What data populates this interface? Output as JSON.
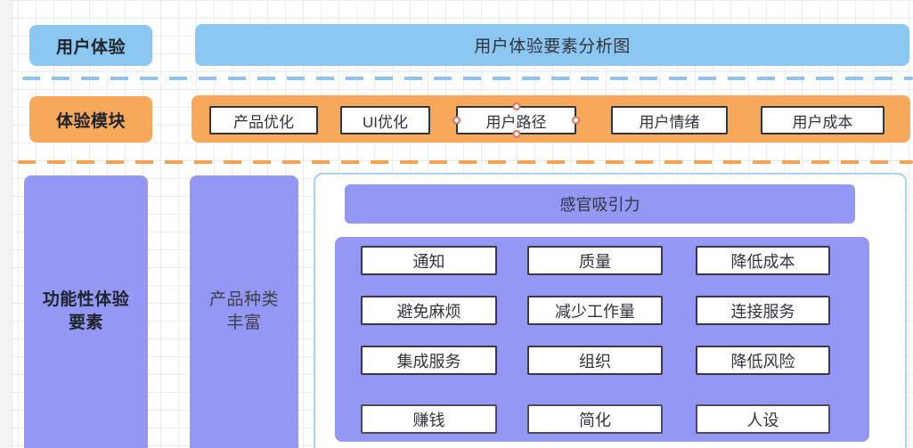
{
  "diagram": {
    "row_experience": {
      "label": "用户体验",
      "title": "用户体验要素分析图"
    },
    "row_modules": {
      "label": "体验模块",
      "modules": [
        "产品优化",
        "UI优化",
        "用户路径",
        "用户情绪",
        "用户成本"
      ],
      "selected_module": "用户路径"
    },
    "row_elements": {
      "label": "功能性体验要素",
      "column2_label": "产品种类丰富",
      "group": {
        "header": "感官吸引力",
        "items": [
          [
            "通知",
            "质量",
            "降低成本"
          ],
          [
            "避免麻烦",
            "减少工作量",
            "连接服务"
          ],
          [
            "集成服务",
            "组织",
            "降低风险"
          ],
          [
            "赚钱",
            "简化",
            "人设"
          ]
        ]
      }
    },
    "colors": {
      "blue": "#8CC7F1",
      "orange": "#F8A85B",
      "purple": "#9597F5",
      "group_border": "#A6D4F2",
      "selection_handle": "#E0705E"
    }
  }
}
